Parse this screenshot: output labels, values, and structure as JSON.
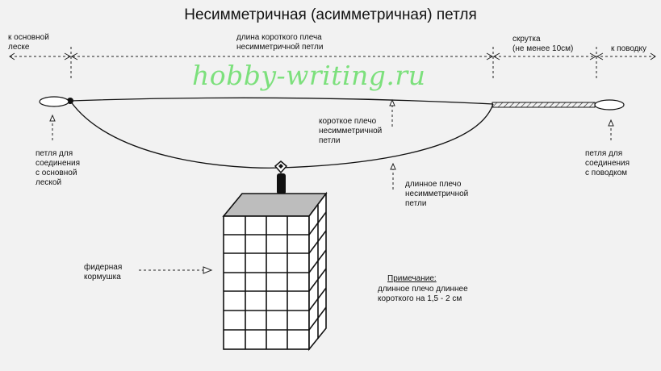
{
  "title": "Несимметричная (асимметричная) петля",
  "watermark": "hobby-writing.ru",
  "labels": {
    "to_main_line": "к основной\nлеске",
    "short_length": "длина короткого плеча\nнесимметричной петли",
    "twist": "скрутка\n(не менее 10см)",
    "to_leader": "к поводку",
    "short_arm": "короткое плечо\nнесимметричной\nпетли",
    "long_arm": "длинное плечо\nнесимметричной\nпетли",
    "loop_main": "петля для\nсоединения\nс основной\nлеской",
    "loop_leader": "петля для\nсоединения\nс поводком",
    "feeder": "фидерная\nкормушка",
    "note_header": "Примечание:",
    "note_text": "длинное плечо длиннее\nкороткого на 1,5 - 2 см"
  },
  "colors": {
    "background": "#f2f2f2",
    "line": "#111111",
    "feeder_top": "#bdbdbd",
    "watermark": "#7ce07c"
  }
}
